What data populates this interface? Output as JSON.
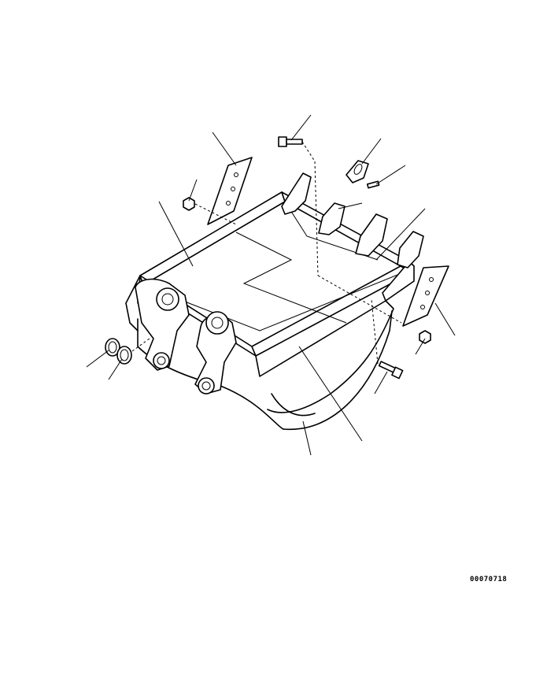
{
  "figure": {
    "drawing_code": "00070718",
    "parts": [
      {
        "name": "bucket-body",
        "icon": "bucket-body-icon"
      },
      {
        "name": "bucket-bottom-wrapper",
        "icon": "bucket-bottom-icon"
      },
      {
        "name": "side-cutter-left",
        "icon": "side-cutter-icon"
      },
      {
        "name": "side-cutter-right",
        "icon": "side-cutter-icon"
      },
      {
        "name": "bucket-tooth",
        "icon": "tooth-icon"
      },
      {
        "name": "tooth-pin",
        "icon": "pin-icon"
      },
      {
        "name": "bolt",
        "icon": "bolt-icon"
      },
      {
        "name": "nut",
        "icon": "nut-icon"
      },
      {
        "name": "shim",
        "icon": "shim-icon"
      }
    ]
  }
}
